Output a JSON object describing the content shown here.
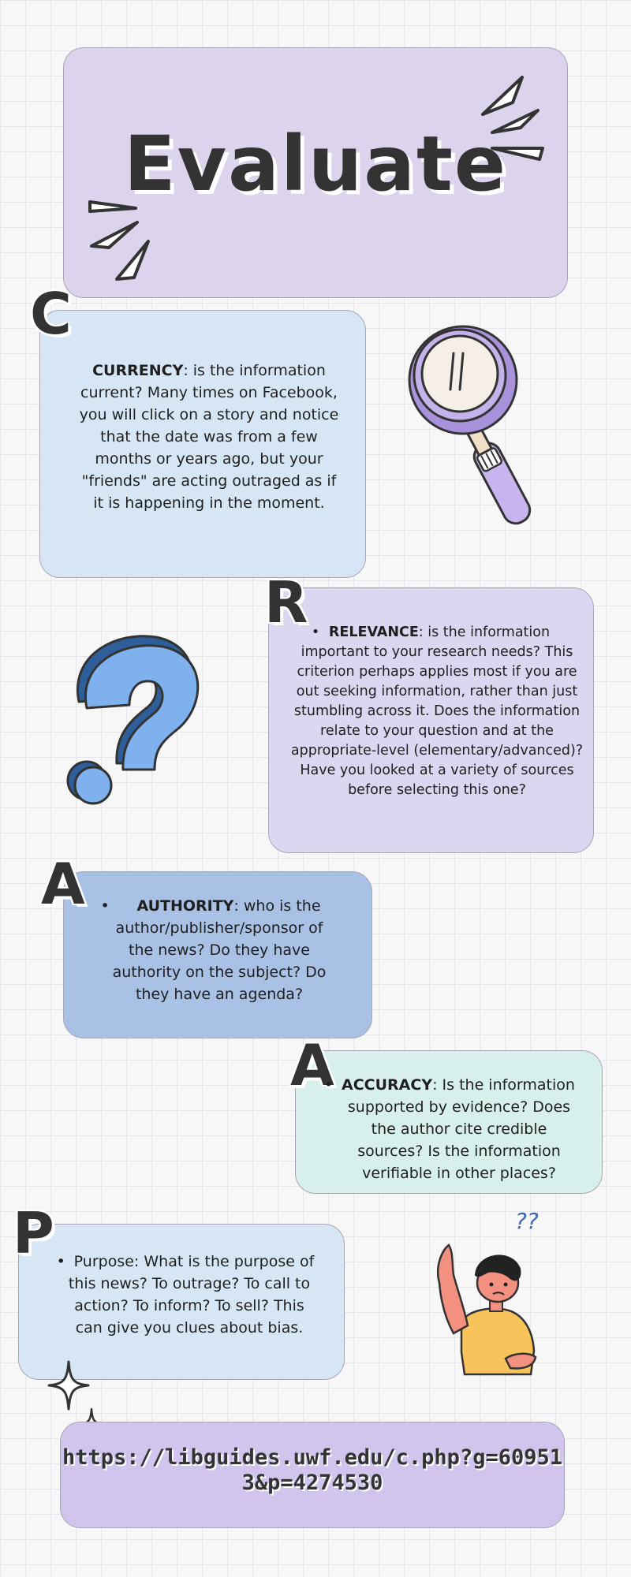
{
  "title": "Evaluate",
  "colors": {
    "title_box": "#dcd3ec",
    "currency_box": "#d6e6f5",
    "relevance_box": "#ddd6f1",
    "authority_box": "#a8c1e4",
    "accuracy_box": "#d8f0ec",
    "purpose_box": "#d6e6f5",
    "url_box": "#d1c5ee"
  },
  "sections": {
    "currency": {
      "letter": "C",
      "label": "CURRENCY",
      "text": ": is the information current? Many times on Facebook, you will click on a story and notice that the date was from a few months or years ago, but your \"friends\" are acting outraged as if it is happening in the moment."
    },
    "relevance": {
      "letter": "R",
      "label": "RELEVANCE",
      "text": ": is the information important to your research needs? This criterion perhaps applies most if you are out seeking information, rather than just stumbling across it. Does the information relate to your question and at the appropriate-level (elementary/advanced)? Have you looked at a variety of sources before selecting this one?"
    },
    "authority": {
      "letter": "A",
      "label": "AUTHORITY",
      "text": ": who is the author/publisher/sponsor of the news? Do they have authority on the subject? Do they have an agenda?"
    },
    "accuracy": {
      "letter": "A",
      "label": "ACCURACY",
      "text": ": Is the information supported by evidence? Does the author cite credible sources? Is the information verifiable in other places?"
    },
    "purpose": {
      "letter": "P",
      "text": "Purpose: What is the purpose of this news? To outrage? To call to action? To inform? To sell? This can give you clues about bias."
    }
  },
  "bullet": "•",
  "thinking_marks": "??",
  "url": "https://libguides.uwf.edu/c.php?g=609513&p=4274530",
  "icons": [
    "magnifying-glass-icon",
    "question-mark-icon",
    "thinking-person-icon",
    "sparkle-icon",
    "burst-lines-icon"
  ]
}
